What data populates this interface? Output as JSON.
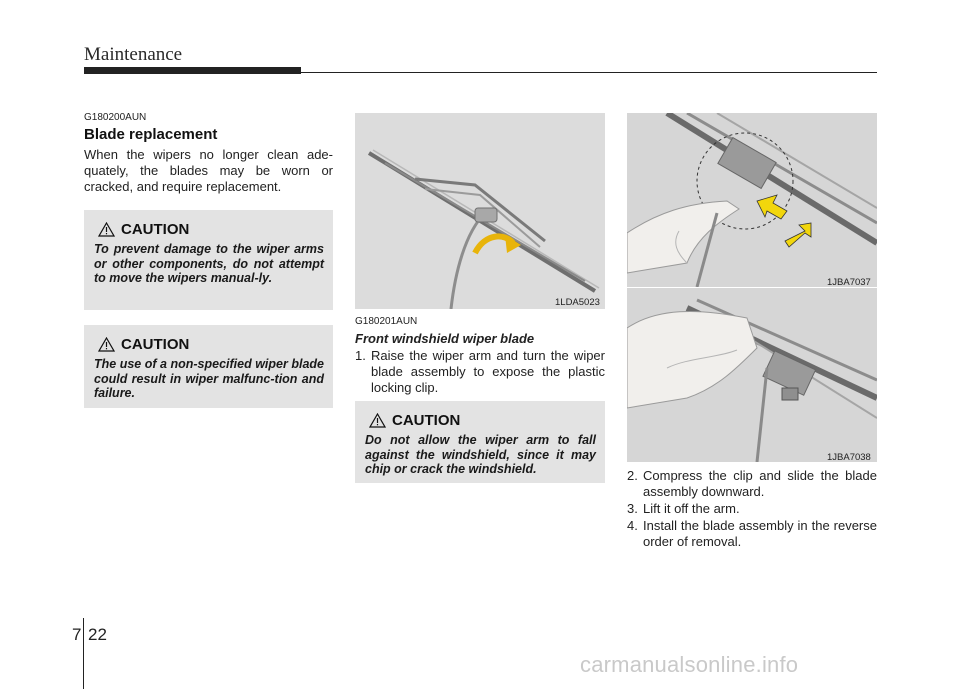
{
  "header": {
    "title": "Maintenance"
  },
  "left": {
    "code": "G180200AUN",
    "heading": "Blade replacement",
    "paragraph": "When the wipers no longer clean ade-quately, the blades may be worn or cracked, and require replacement.",
    "caution1": {
      "title": "CAUTION",
      "text": "To prevent damage to the wiper arms or other components, do not attempt to move the wipers manual-ly."
    },
    "caution2": {
      "title": "CAUTION",
      "text": "The use of a non-specified wiper blade could result in wiper malfunc-tion and failure."
    }
  },
  "middle": {
    "figure_code": "1LDA5023",
    "code": "G180201AUN",
    "subheading": "Front windshield wiper blade",
    "step1_num": "1.",
    "step1": "Raise the wiper arm and turn the wiper blade assembly to expose the plastic locking clip.",
    "caution": {
      "title": "CAUTION",
      "text": "Do not allow the wiper arm to fall against the windshield, since it may chip or crack the windshield."
    }
  },
  "right": {
    "figure1_code": "1JBA7037",
    "figure2_code": "1JBA7038",
    "steps": [
      {
        "num": "2.",
        "text": "Compress the clip and slide the blade assembly downward."
      },
      {
        "num": "3.",
        "text": "Lift it off the arm."
      },
      {
        "num": "4.",
        "text": "Install the blade assembly in the reverse order of removal."
      }
    ]
  },
  "footer": {
    "chapter": "7",
    "page": "22",
    "watermark": "carmanualsonline.info"
  },
  "icons": {
    "warning": "warning-triangle-icon",
    "arrows": "arrow-icon"
  },
  "colors": {
    "caution_bg": "#e3e3e3",
    "figure_bg": "#dcdcdc",
    "arrow_yellow": "#f2d60c",
    "arrow_curve": "#e8b40a"
  }
}
